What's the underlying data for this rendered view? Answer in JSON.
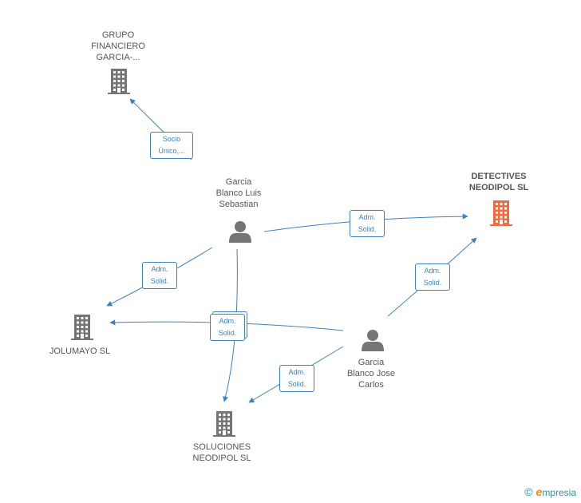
{
  "colors": {
    "company": "#757575",
    "focus_company": "#f26a3d",
    "person": "#757575",
    "edge": "#3b82c4"
  },
  "nodes": {
    "grupo": {
      "label": "GRUPO\nFINANCIERO\nGARCIA-...",
      "icon": "building-icon"
    },
    "detectives": {
      "label": "DETECTIVES\nNEODIPOL SL",
      "icon": "building-icon"
    },
    "jolumayo": {
      "label": "JOLUMAYO SL",
      "icon": "building-icon"
    },
    "soluciones": {
      "label": "SOLUCIONES\nNEODIPOL SL",
      "icon": "building-icon"
    },
    "luis": {
      "label": "Garcia\nBlanco Luis\nSebastian",
      "icon": "person-icon"
    },
    "jose": {
      "label": "Garcia\nBlanco Jose\nCarlos",
      "icon": "person-icon"
    }
  },
  "edges": [
    {
      "from": "luis",
      "to": "grupo",
      "label": [
        "Socio",
        "Único,..."
      ]
    },
    {
      "from": "luis",
      "to": "detectives",
      "label": [
        "Adm.",
        "Solid."
      ]
    },
    {
      "from": "luis",
      "to": "jolumayo",
      "label": [
        "Adm.",
        "Solid."
      ]
    },
    {
      "from": "luis",
      "to": "soluciones",
      "label": [
        "Adm.",
        "Solid."
      ]
    },
    {
      "from": "jose",
      "to": "detectives",
      "label": [
        "Adm.",
        "Solid."
      ]
    },
    {
      "from": "jose",
      "to": "jolumayo",
      "label": [
        "Adm.",
        "Solid."
      ]
    },
    {
      "from": "jose",
      "to": "soluciones",
      "label": [
        "Adm.",
        "Solid."
      ]
    }
  ],
  "brand": {
    "copyright": "©",
    "first_letter": "e",
    "rest": "mpresia"
  }
}
